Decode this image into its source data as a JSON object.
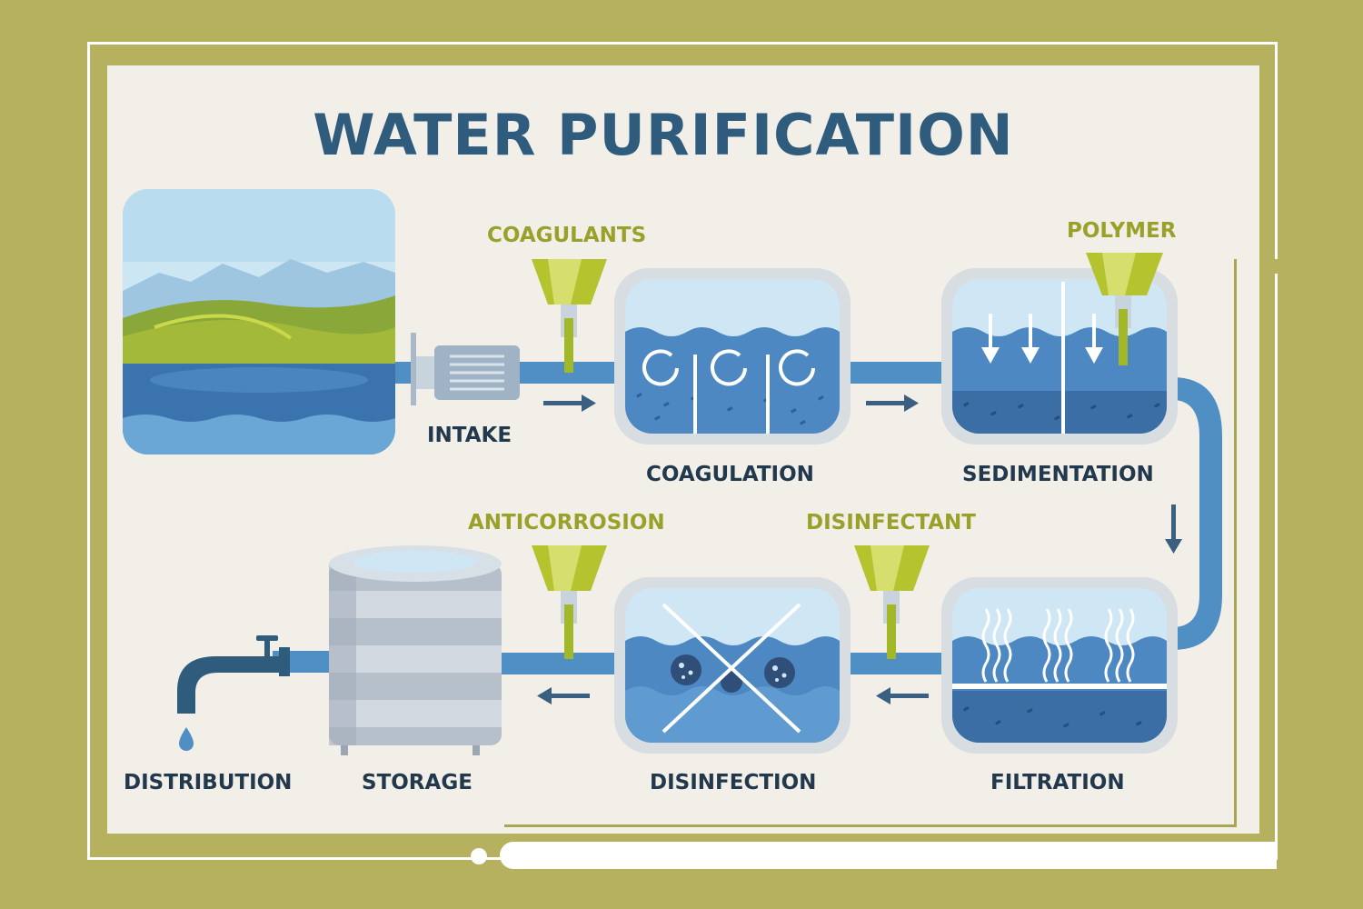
{
  "title": "WATER PURIFICATION",
  "stages": {
    "intake": "INTAKE",
    "coagulation": "COAGULATION",
    "sedimentation": "SEDIMENTATION",
    "filtration": "FILTRATION",
    "disinfection": "DISINFECTION",
    "storage": "STORAGE",
    "distribution": "DISTRIBUTION"
  },
  "additives": {
    "coagulants": "COAGULANTS",
    "polymer": "POLYMER",
    "disinfectant": "DISINFECTANT",
    "anticorrosion": "ANTICORROSION"
  },
  "colors": {
    "title": "#2f5b7c",
    "pipe": "#4f8fc3",
    "water": "#5f9bd0",
    "funnel": "#b5c42e",
    "frame": "#b5b15e"
  }
}
